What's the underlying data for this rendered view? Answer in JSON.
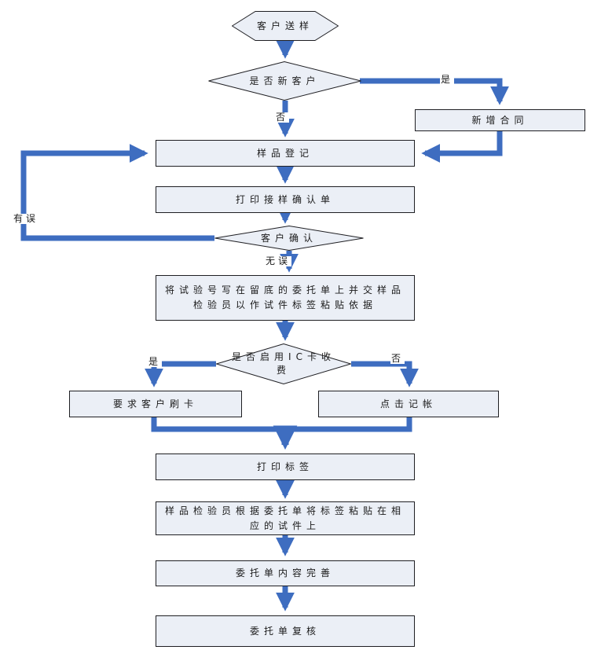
{
  "diagram": {
    "type": "flowchart",
    "colors": {
      "arrow": "#3e6dc0",
      "node_fill": "#ebeff6",
      "node_border": "#1f1f23",
      "background": "#ffffff"
    },
    "nodes": {
      "customer_send_sample": {
        "shape": "hexagon",
        "label": "客户送样"
      },
      "is_new_customer": {
        "shape": "diamond",
        "label": "是否新客户"
      },
      "new_contract": {
        "shape": "rect",
        "label": "新增合同"
      },
      "sample_register": {
        "shape": "rect",
        "label": "样品登记"
      },
      "print_receipt": {
        "shape": "rect",
        "label": "打印接样确认单"
      },
      "customer_confirm": {
        "shape": "diamond",
        "label": "客户确认"
      },
      "write_test_number": {
        "shape": "rect",
        "label": "将试验号写在留底的委托单上并交样品检验员以作试件标签粘贴依据"
      },
      "ic_card_decision": {
        "shape": "diamond",
        "label": "是否启用IC卡收费"
      },
      "swipe_card": {
        "shape": "rect",
        "label": "要求客户刷卡"
      },
      "click_billing": {
        "shape": "rect",
        "label": "点击记帐"
      },
      "print_label": {
        "shape": "rect",
        "label": "打印标签"
      },
      "stick_label": {
        "shape": "rect",
        "label": "样品检验员根据委托单将标签粘贴在相应的试件上"
      },
      "complete_form": {
        "shape": "rect",
        "label": "委托单内容完善"
      },
      "review_form": {
        "shape": "rect",
        "label": "委托单复核"
      }
    },
    "edge_labels": {
      "yes1": "是",
      "no1": "否",
      "has_error": "有误",
      "no_error": "无误",
      "yes2": "是",
      "no2": "否"
    }
  }
}
